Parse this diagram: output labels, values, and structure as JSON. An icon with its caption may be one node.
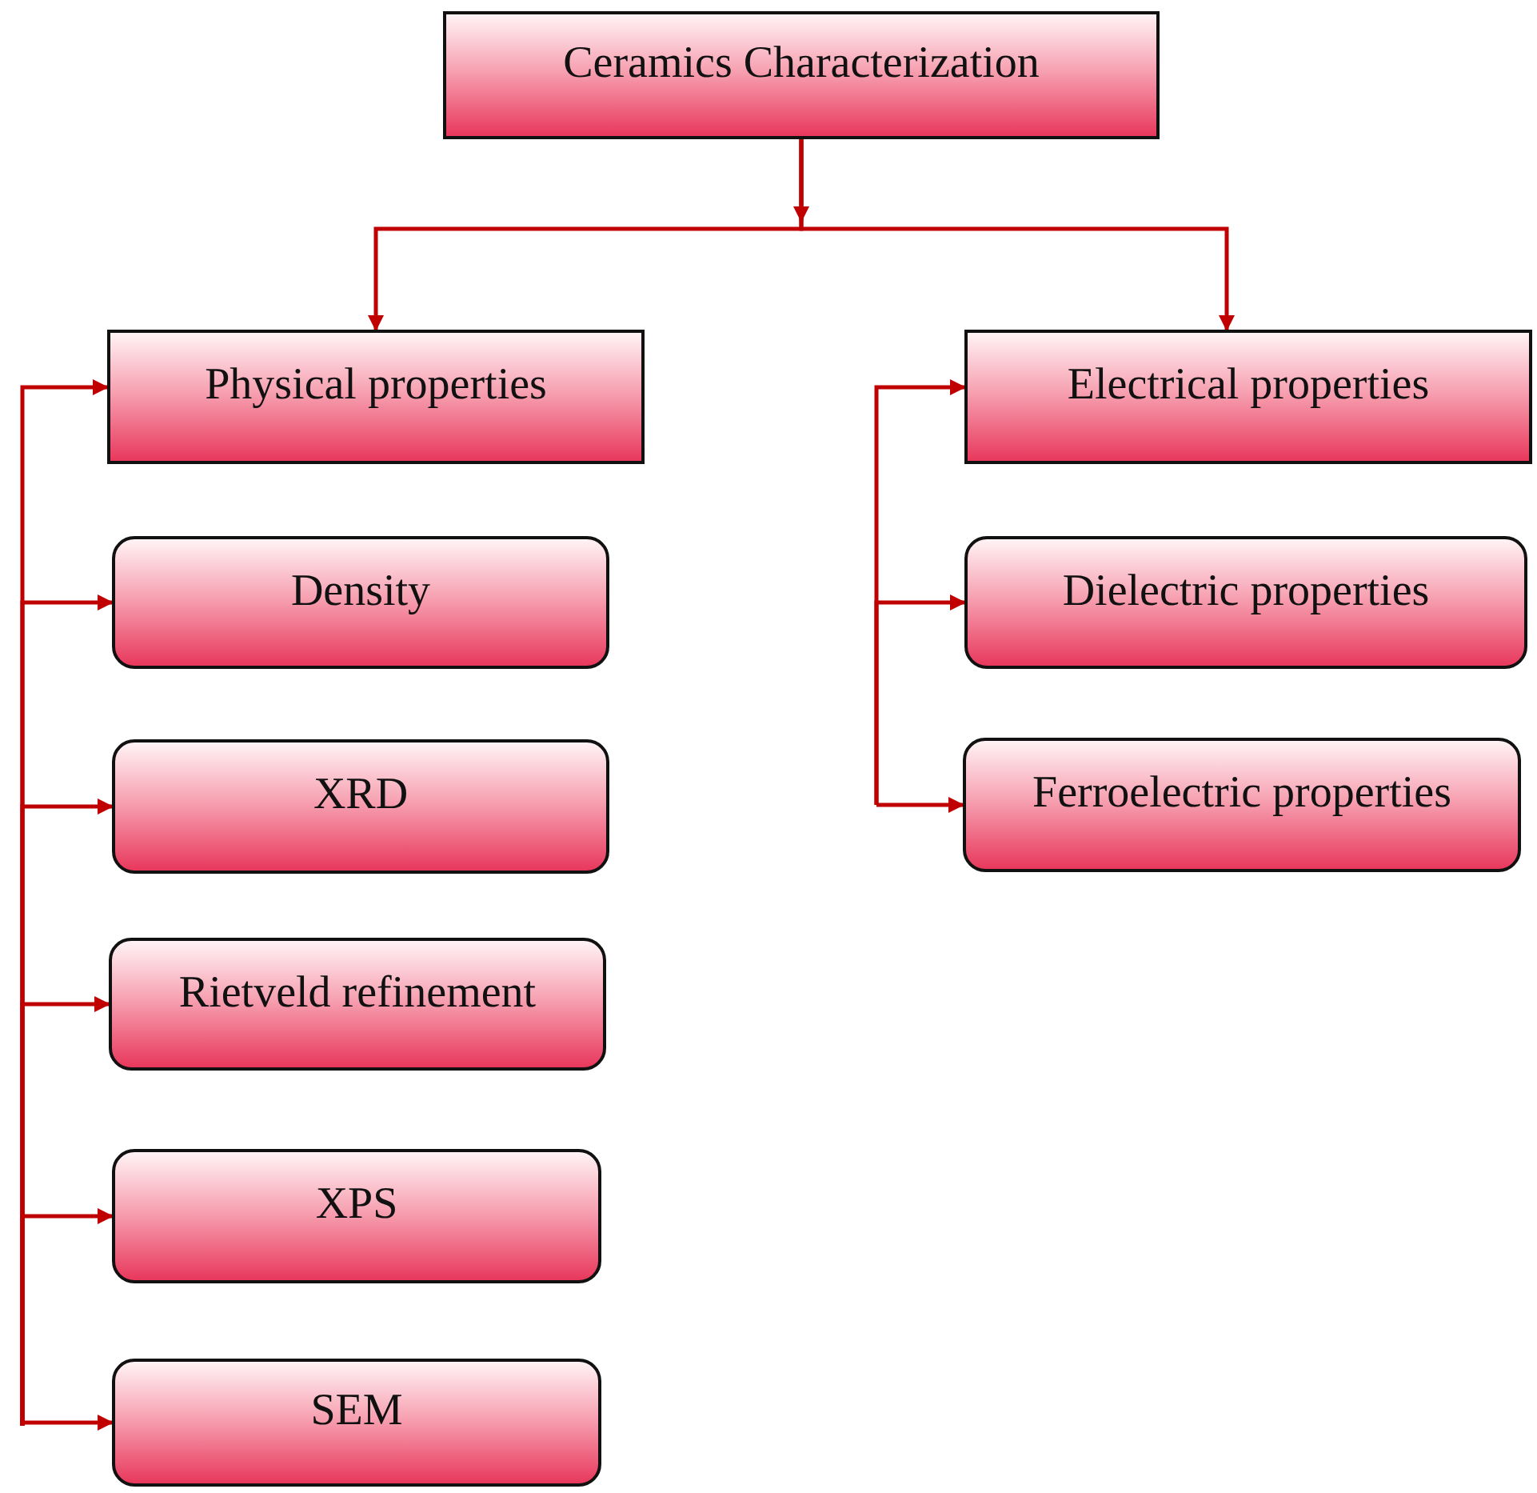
{
  "diagram": {
    "nodes": [
      {
        "text": [
          "Ceramics Characterization"
        ]
      },
      {
        "text": [
          "Physical properties"
        ]
      },
      {
        "text": [
          "Electrical properties"
        ]
      },
      {
        "text": [
          "Density"
        ]
      },
      {
        "text": [
          "XRD"
        ]
      },
      {
        "text": [
          "Rietveld refinement"
        ]
      },
      {
        "text": [
          "XPS"
        ]
      },
      {
        "text": [
          "SEM"
        ]
      },
      {
        "text": [
          "Dielectric properties"
        ]
      },
      {
        "text": [
          "Ferroelectric properties"
        ]
      }
    ],
    "edges": [
      {
        "from": 0,
        "to": 1,
        "arrow": "to"
      },
      {
        "from": 0,
        "to": 2,
        "arrow": "to"
      },
      {
        "from": null,
        "to": 1,
        "arrow": "to"
      },
      {
        "from": null,
        "to": 3,
        "arrow": "to"
      },
      {
        "from": null,
        "to": 4,
        "arrow": "to"
      },
      {
        "from": null,
        "to": 5,
        "arrow": "to"
      },
      {
        "from": null,
        "to": 6,
        "arrow": "to"
      },
      {
        "from": null,
        "to": 7,
        "arrow": "to"
      },
      {
        "from": null,
        "to": 2,
        "arrow": "to"
      },
      {
        "from": null,
        "to": 8,
        "arrow": "to"
      },
      {
        "from": null,
        "to": 9,
        "arrow": "to"
      }
    ]
  }
}
